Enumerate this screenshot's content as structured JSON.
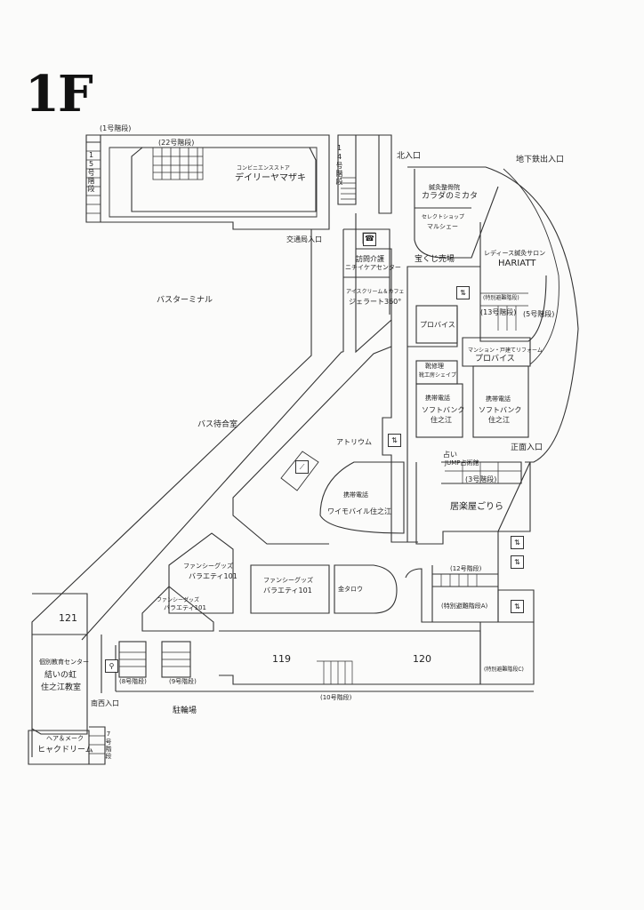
{
  "floor": "1F",
  "labels": {
    "stairs_1": "(1号階段)",
    "stairs_22": "(22号階段)",
    "stairs_15": "15号階段",
    "stairs_14": "14号階段",
    "daily_small": "コンビニエンスストア",
    "daily_name": "デイリーヤマザキ",
    "north_entrance": "北入口",
    "subway_exit": "地下鉄出入口",
    "karada_small": "鍼灸整骨院",
    "karada_name": "カラダのミカタ",
    "select_1": "セレクトショップ",
    "select_2": "マルシェー",
    "lottery": "宝くじ売場",
    "ladies_salon": "レディース鍼灸サロン",
    "hariatt": "HARIATT",
    "traffic_entrance": "交通局入口",
    "nursing_1": "訪問介護",
    "nursing_2": "ニチイケアセンター",
    "gelato_small": "アイスクリーム＆カフェ",
    "gelato_name": "ジェラート360°",
    "bus_terminal": "バスターミナル",
    "special_evac": "(特別避難階段)",
    "stairs_13": "(13号階段)",
    "stairs_5": "(5号階段)",
    "provice_1": "プロバイス",
    "mansion_reform": "マンション・戸建てリフォーム",
    "provice_2": "プロバイス",
    "shoe_1": "靴修理",
    "shoe_2": "靴工房シェイプ",
    "phone_a": "携帯電話",
    "softbank_a1": "ソフトバンク",
    "softbank_a2": "住之江",
    "phone_b": "携帯電話",
    "softbank_b1": "ソフトバンク",
    "softbank_b2": "住之江",
    "bus_waiting": "バス待合室",
    "atrium": "アトリウム",
    "front_entrance": "正面入口",
    "fortune": "占い",
    "jump": "JUMP占術館",
    "stairs_3": "(3号階段)",
    "phone_c": "携帯電話",
    "ymobile": "ワイモバイル住之江",
    "izakaya": "居楽屋ごりら",
    "fancy_1a": "ファンシーグッズ",
    "fancy_1b": "バラエティ101",
    "fancy_2a": "ファンシーグッズ",
    "fancy_2b": "バラエティ101",
    "fancy_3": "ファンシーグッズ",
    "fancy_3b": "バラエティ101",
    "kintaro": "金タロウ",
    "stairs_12": "(12号階段)",
    "special_evac_a": "(特別避難階段A)",
    "room_121": "121",
    "edu_center": "個別教育センター",
    "yui_1": "結いの虹",
    "yui_2": "住之江教室",
    "room_119": "119",
    "room_120": "120",
    "stairs_8": "(8号階段)",
    "stairs_9": "(9号階段)",
    "special_evac_c": "(特別避難階段C)",
    "stairs_10": "(10号階段)",
    "southwest_entrance": "南西入口",
    "bicycle_parking": "駐輪場",
    "hair_small": "ヘア＆メーク",
    "hair_name": "ヒャクドリーム",
    "stairs_7": "7号階段"
  }
}
